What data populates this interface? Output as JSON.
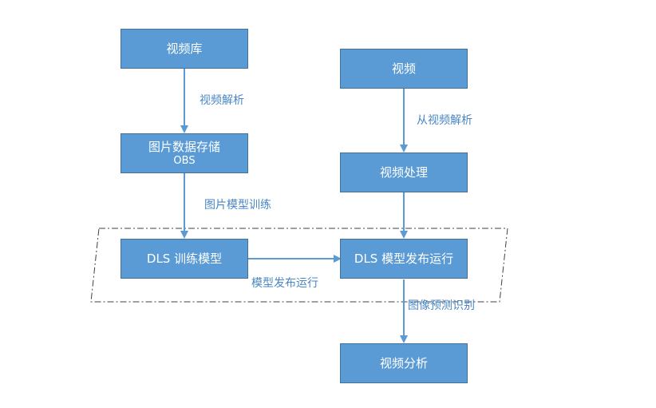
{
  "nodes": {
    "video_library": {
      "label": "视频库"
    },
    "image_storage": {
      "label": "图片数据存储",
      "sublabel": "OBS"
    },
    "dls_training": {
      "label": "DLS 训练模型"
    },
    "video": {
      "label": "视频"
    },
    "video_processing": {
      "label": "视频处理"
    },
    "dls_deploy": {
      "label": "DLS 模型发布运行"
    },
    "video_analysis": {
      "label": "视频分析"
    }
  },
  "edges": {
    "video_parse": "视频解析",
    "image_model_training": "图片模型训练",
    "model_publish_run": "模型发布运行",
    "parse_from_video": "从视频解析",
    "image_prediction": "图像预测识别"
  },
  "colors": {
    "node_fill": "#5b9bd5",
    "node_border": "#41719c",
    "arrow": "#5b9bd5",
    "label_text": "#4a86c5",
    "dashed_border": "#404040"
  }
}
